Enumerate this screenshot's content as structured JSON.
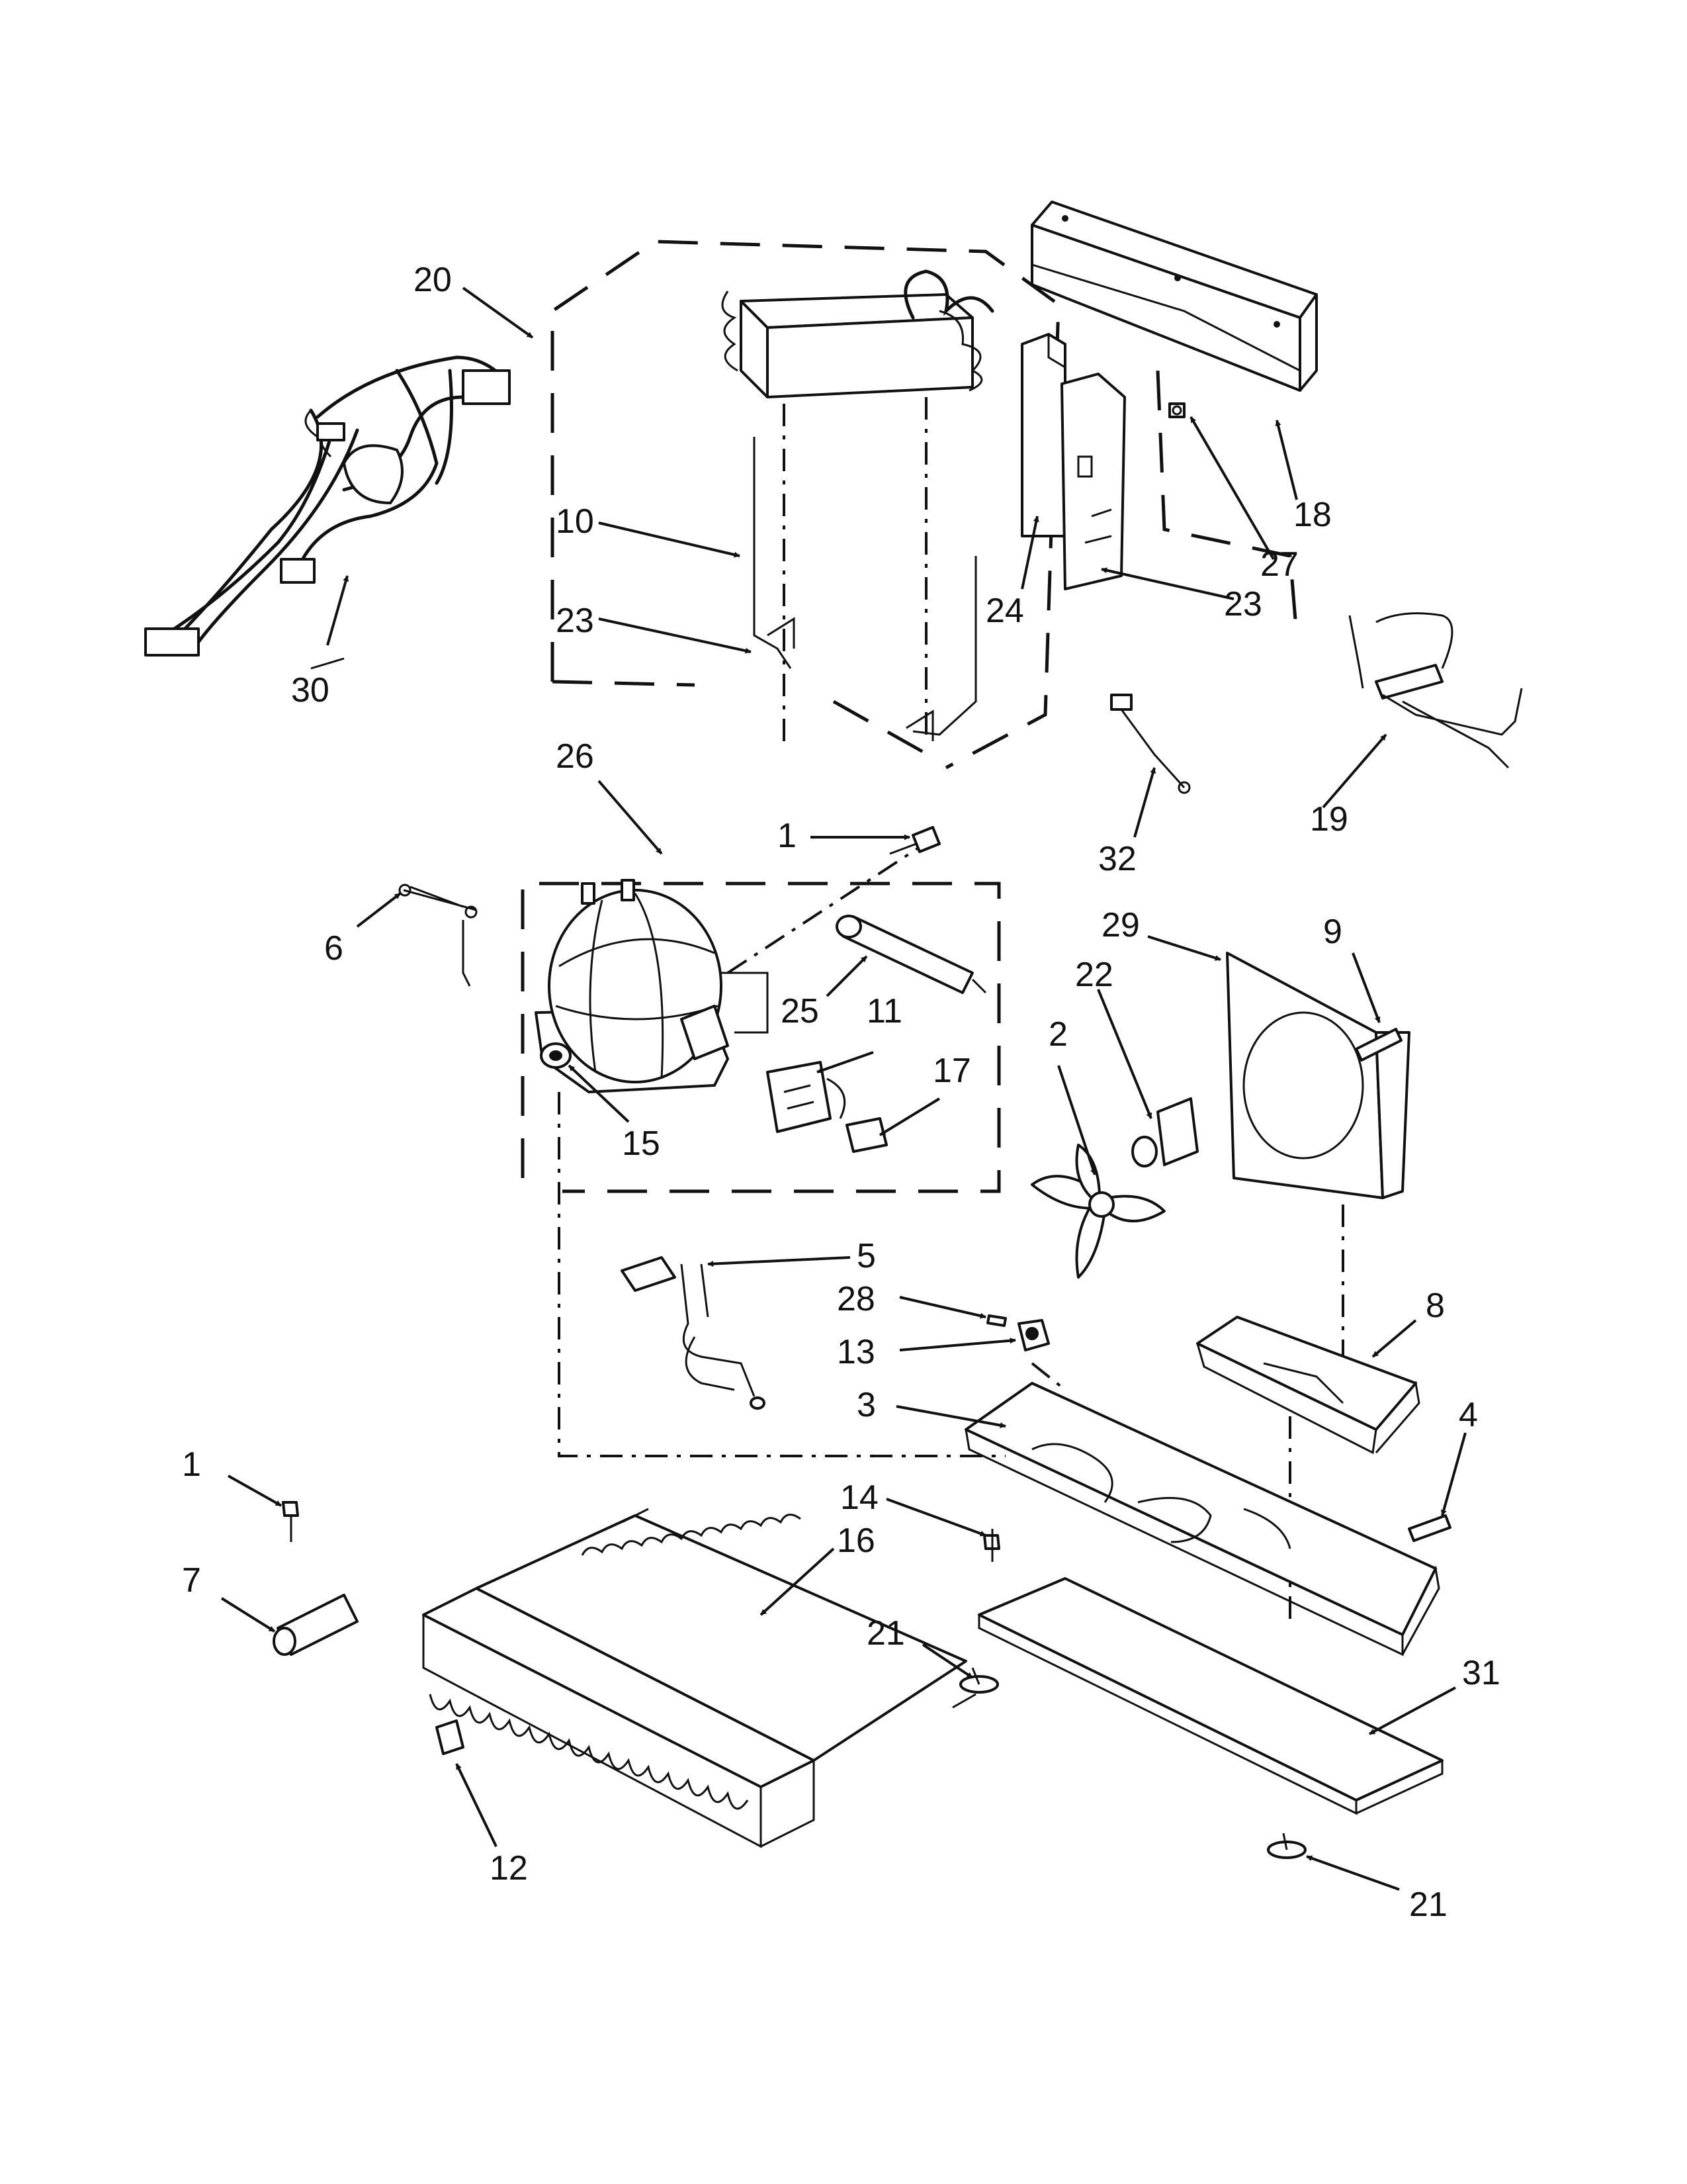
{
  "callouts": {
    "c1a": "1",
    "c1b": "1",
    "c2": "2",
    "c3": "3",
    "c4": "4",
    "c5": "5",
    "c6": "6",
    "c7": "7",
    "c8": "8",
    "c9": "9",
    "c10": "10",
    "c11": "11",
    "c12": "12",
    "c13": "13",
    "c14": "14",
    "c15": "15",
    "c16": "16",
    "c17": "17",
    "c18": "18",
    "c19": "19",
    "c20": "20",
    "c21a": "21",
    "c21b": "21",
    "c22": "22",
    "c23a": "23",
    "c23b": "23",
    "c24": "24",
    "c25": "25",
    "c26": "26",
    "c27": "27",
    "c28": "28",
    "c29": "29",
    "c30": "30",
    "c31": "31",
    "c32": "32"
  }
}
